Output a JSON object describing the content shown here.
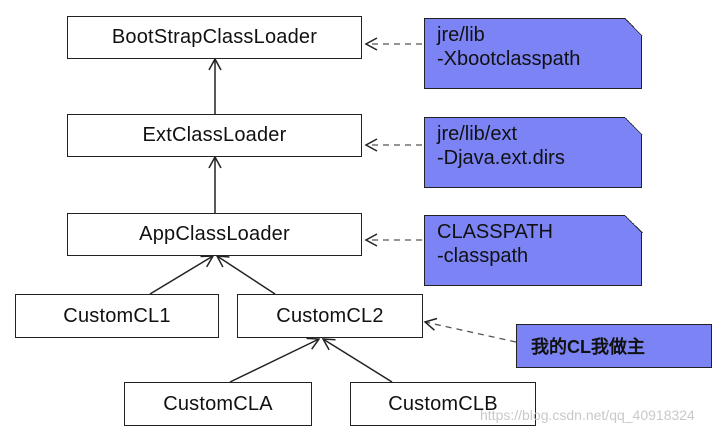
{
  "classes": {
    "bootstrap": "BootStrapClassLoader",
    "ext": "ExtClassLoader",
    "app": "AppClassLoader",
    "cl1": "CustomCL1",
    "cl2": "CustomCL2",
    "cla": "CustomCLA",
    "clb": "CustomCLB"
  },
  "notes": {
    "bootstrap": [
      "jre/lib",
      "-Xbootclasspath"
    ],
    "ext": [
      "jre/lib/ext",
      "-Djava.ext.dirs"
    ],
    "app": [
      "CLASSPATH",
      "-classpath"
    ],
    "custom": "我的CL我做主"
  },
  "watermark": "https://blog.csdn.net/qq_40918324",
  "colors": {
    "note_fill": "#7b83f5",
    "box_border": "#222222"
  }
}
